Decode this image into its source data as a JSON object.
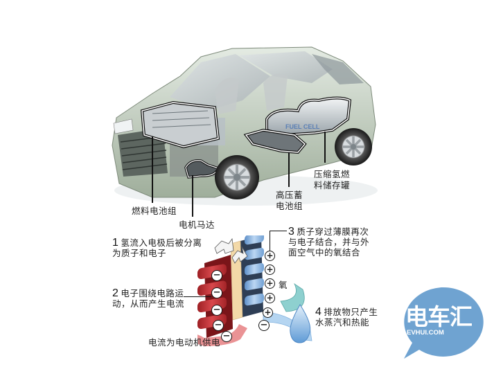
{
  "car_diagram": {
    "callouts": [
      {
        "id": "fuel-cell-stack",
        "text": "燃料电池组"
      },
      {
        "id": "electric-motor",
        "text": "电机马达"
      },
      {
        "id": "hv-battery",
        "line1": "高压蓄",
        "line2": "电池组"
      },
      {
        "id": "h2-tank",
        "line1": "压缩氢燃",
        "line2": "料储存罐"
      }
    ],
    "tank_badge": "FUEL CELL"
  },
  "cell_diagram": {
    "steps": [
      {
        "num": "1",
        "line1": "氢流入电极后被分离",
        "line2": "为质子和电子"
      },
      {
        "num": "2",
        "line1": "电子围绕电路运",
        "line2": "动，从而产生电流"
      },
      {
        "num": "3",
        "line1": "质子穿过薄膜再次",
        "line2": "与电子结合，并与外",
        "line3": "面空气中的氧结合"
      },
      {
        "num": "4",
        "line1": "排放物只产生",
        "line2": "水蒸汽和热能"
      }
    ],
    "oxygen_label": "氧",
    "current_label": "电流为电动机供电",
    "minus_symbol": "−",
    "plus_symbol": "+"
  },
  "watermark": {
    "chinese": "电车汇",
    "domain": "EVHUI.COM",
    "color": "#6fa3d1"
  },
  "colors": {
    "anode": "#c9363a",
    "membrane": "#f3d9a8",
    "cathode": "#8fb8e6",
    "oxygen_arrow": "#8ed0cf",
    "water": "#9cc8ee",
    "current_arrow": "#e8878a",
    "car_body": "#c7d2c4"
  }
}
